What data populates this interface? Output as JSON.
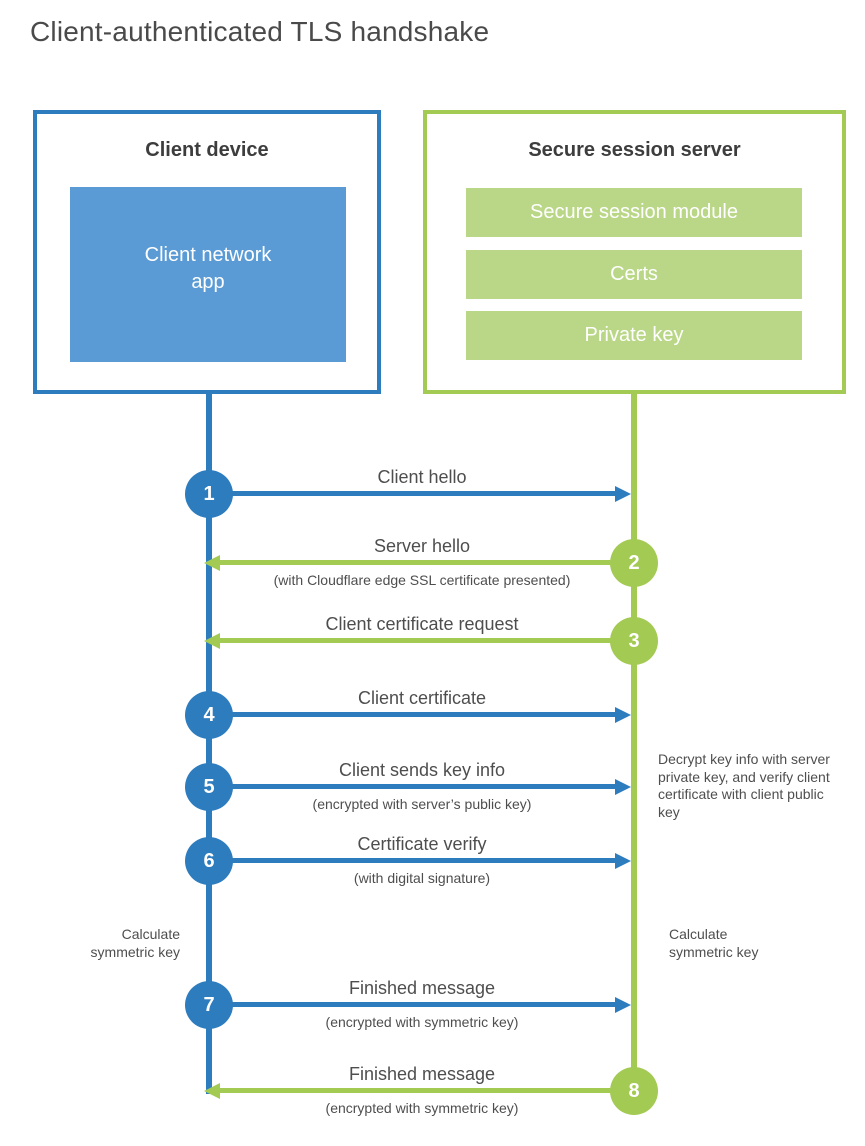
{
  "title": "Client-authenticated TLS handshake",
  "colors": {
    "blue": "#2d7cbe",
    "blue_fill": "#5b9bd5",
    "green": "#a3ca52",
    "green_fill": "#b9d787"
  },
  "client": {
    "title": "Client device",
    "app_label": "Client network app"
  },
  "server": {
    "title": "Secure session server",
    "modules": [
      "Secure session module",
      "Certs",
      "Private key"
    ]
  },
  "steps": [
    {
      "number": "1",
      "direction": "right",
      "from": "client",
      "label": "Client hello",
      "sub": ""
    },
    {
      "number": "2",
      "direction": "left",
      "from": "server",
      "label": "Server hello",
      "sub": "(with Cloudflare edge SSL certificate presented)"
    },
    {
      "number": "3",
      "direction": "left",
      "from": "server",
      "label": "Client certificate request",
      "sub": ""
    },
    {
      "number": "4",
      "direction": "right",
      "from": "client",
      "label": "Client certificate",
      "sub": ""
    },
    {
      "number": "5",
      "direction": "right",
      "from": "client",
      "label": "Client sends key info",
      "sub": "(encrypted with server’s public key)"
    },
    {
      "number": "6",
      "direction": "right",
      "from": "client",
      "label": "Certificate verify",
      "sub": "(with digital signature)"
    },
    {
      "number": "7",
      "direction": "right",
      "from": "client",
      "label": "Finished message",
      "sub": "(encrypted with symmetric key)"
    },
    {
      "number": "8",
      "direction": "left",
      "from": "server",
      "label": "Finished message",
      "sub": "(encrypted with symmetric key)"
    }
  ],
  "notes": {
    "decrypt": "Decrypt key info with server private key, and verify client certificate with client public key",
    "calc_left": "Calculate symmetric key",
    "calc_right": "Calculate symmetric key"
  }
}
